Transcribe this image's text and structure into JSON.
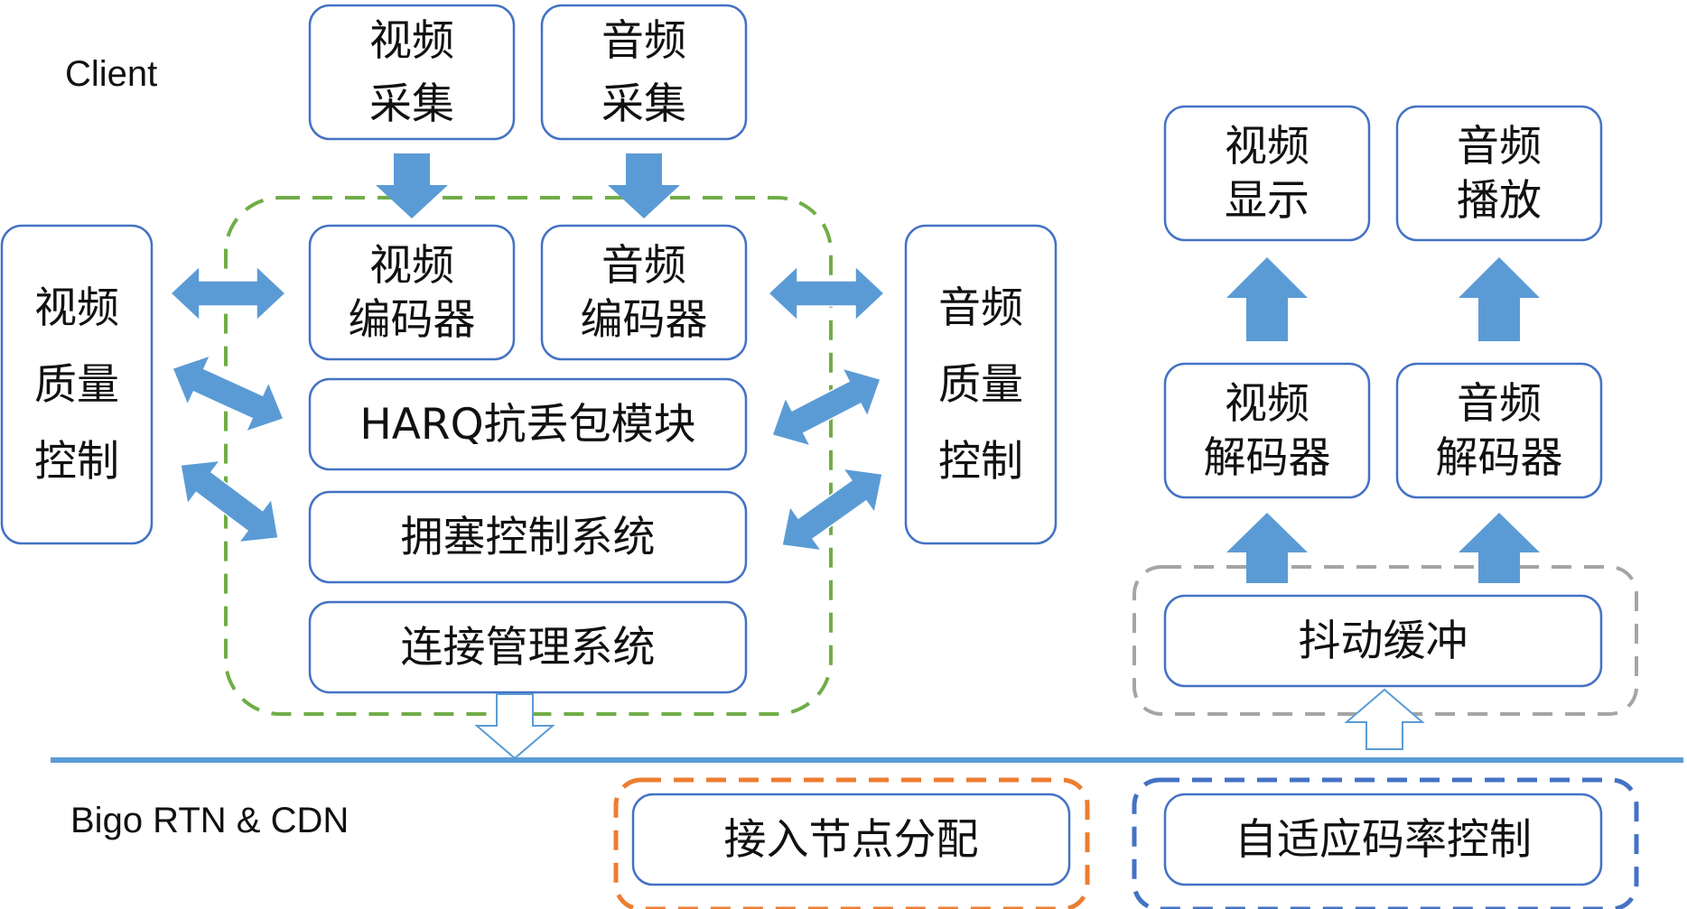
{
  "colors": {
    "box_stroke": "#4472C4",
    "arrow_fill": "#5B9BD5",
    "divider": "#5B9BD5",
    "group_green": "#70AD47",
    "group_gray": "#A5A5A5",
    "group_orange": "#ED7D31",
    "group_blue": "#4472C4"
  },
  "labels": {
    "client": "Client",
    "network": "Bigo RTN & CDN"
  },
  "boxes": {
    "video_capture": [
      "视频",
      "采集"
    ],
    "audio_capture": [
      "音频",
      "采集"
    ],
    "video_quality": [
      "视频",
      "质量",
      "控制"
    ],
    "video_encoder": [
      "视频",
      "编码器"
    ],
    "audio_encoder": [
      "音频",
      "编码器"
    ],
    "audio_quality": [
      "音频",
      "质量",
      "控制"
    ],
    "harq": [
      "HARQ抗丢包模块"
    ],
    "congestion": [
      "拥塞控制系统"
    ],
    "connection": [
      "连接管理系统"
    ],
    "video_display": [
      "视频",
      "显示"
    ],
    "audio_play": [
      "音频",
      "播放"
    ],
    "video_decoder": [
      "视频",
      "解码器"
    ],
    "audio_decoder": [
      "音频",
      "解码器"
    ],
    "jitter_buffer": [
      "抖动缓冲"
    ],
    "access_node": [
      "接入节点分配"
    ],
    "adaptive_bitrate": [
      "自适应码率控制"
    ]
  }
}
